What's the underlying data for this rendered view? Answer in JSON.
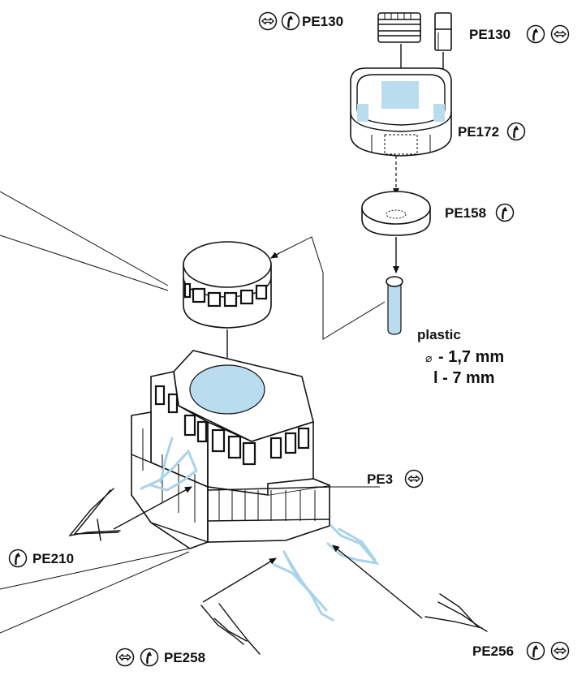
{
  "parts": {
    "pe130_left": "PE130",
    "pe130_right": "PE130",
    "pe172": "PE172",
    "pe158": "PE158",
    "pe3": "PE3",
    "pe210": "PE210",
    "pe258": "PE258",
    "pe256": "PE256"
  },
  "plastic_note": {
    "material": "plastic",
    "diameter": "- 1,7 mm",
    "diameter_symbol": "⌀",
    "length": "l - 7 mm"
  },
  "icons": {
    "flip": "double-arrow-circle-icon",
    "bend_up": "curved-up-arrow-circle-icon"
  },
  "colors": {
    "highlight": "#b9dcef",
    "line": "#111111"
  }
}
